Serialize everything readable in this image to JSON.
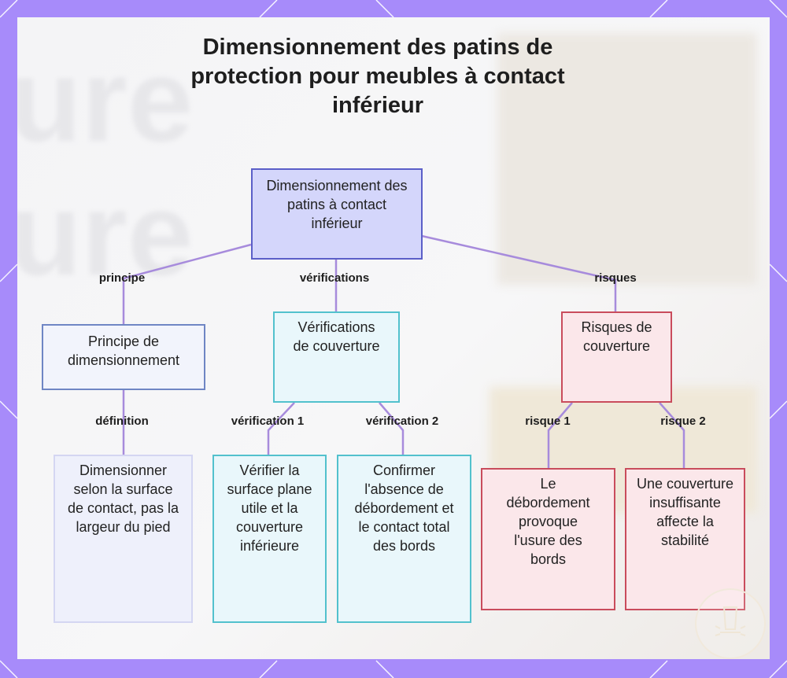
{
  "title": "Dimensionnement des patins de protection pour meubles à contact inférieur",
  "nodes": {
    "root": "Dimensionnement des patins à contact inférieur",
    "principe": "Principe de dimensionnement",
    "verifications": "Vérifications de couverture",
    "risques": "Risques de couverture",
    "dimensionner": "Dimensionner selon la surface de contact, pas la largeur du pied",
    "verifier": "Vérifier la surface plane utile et la couverture inférieure",
    "confirmer": "Confirmer l'absence de débordement et le contact total des bords",
    "debordement": "Le débordement provoque l'usure des bords",
    "couverture": "Une couverture insuffisante affecte la stabilité"
  },
  "edges": {
    "principe": "principe",
    "verifications": "vérifications",
    "risques": "risques",
    "definition": "définition",
    "verification1": "vérification 1",
    "verification2": "vérification 2",
    "risque1": "risque 1",
    "risque2": "risque 2"
  },
  "background_text": [
    "ure",
    "ure"
  ],
  "colors": {
    "frame": "#a78bfa",
    "edge": "#a78bdc",
    "root_fill": "#d4d6fb",
    "teal_border": "#52c1cd",
    "red_border": "#c94c5c"
  }
}
